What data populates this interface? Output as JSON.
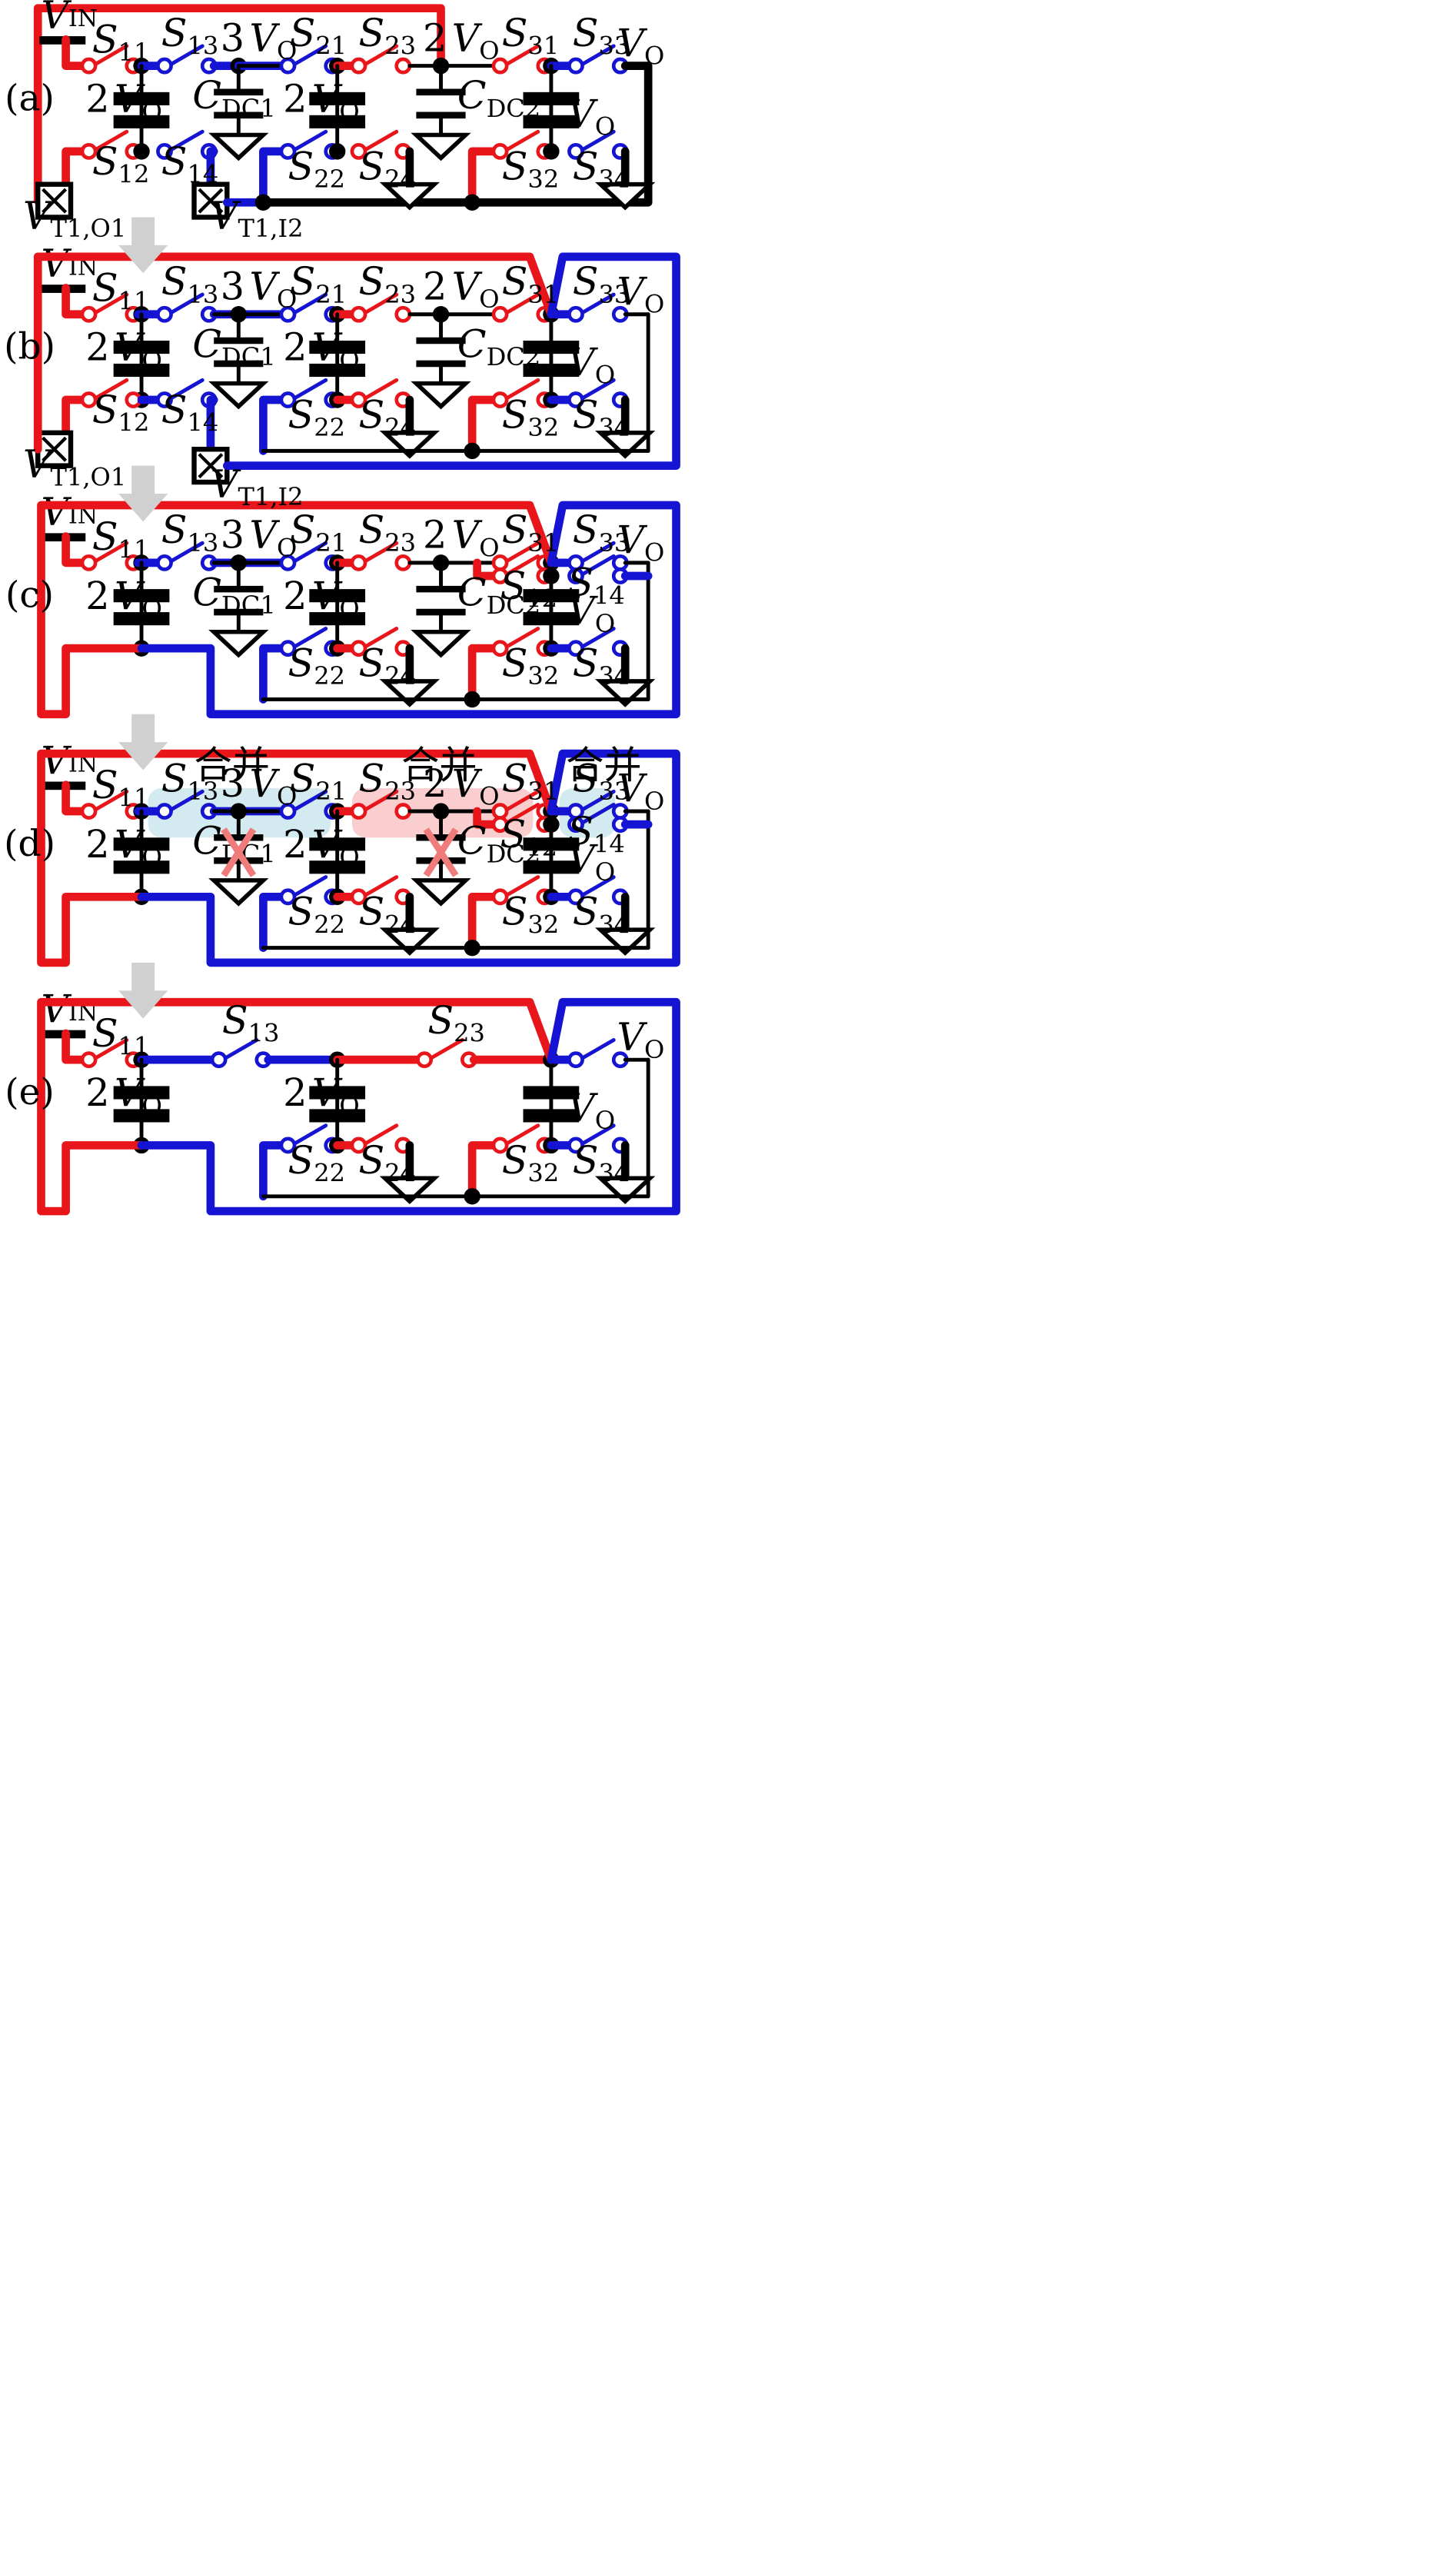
{
  "figure": {
    "panel_labels": [
      "(a)",
      "(b)",
      "(c)",
      "(d)",
      "(e)"
    ],
    "vin_label": "V",
    "vin_sub": "IN",
    "vo_label": "V",
    "vo_sub": "O",
    "cap_2vo": "2 V",
    "cap_vo_sub": "O",
    "node_3vo": "3 V",
    "node_2vo": "2 V",
    "cdc1": "C",
    "cdc1_sub": "DC1",
    "cdc2": "C",
    "cdc2_sub": "DC2",
    "vt1o1": "V",
    "vt1o1_sub": "T1,O1",
    "vt1i2": "V",
    "vt1i2_sub": "T1,I2",
    "merge_label": "合并",
    "switches": [
      "11",
      "12",
      "13",
      "14",
      "21",
      "22",
      "23",
      "24",
      "31",
      "32",
      "33",
      "34"
    ]
  },
  "colors": {
    "red": "#e8161b",
    "blue": "#1414d2",
    "black": "#000000",
    "arrow": "#d0d0d0",
    "merge_blue_bg": "#cce6ef",
    "merge_red_bg": "#f9c6c6",
    "cross": "#f07b7b"
  }
}
